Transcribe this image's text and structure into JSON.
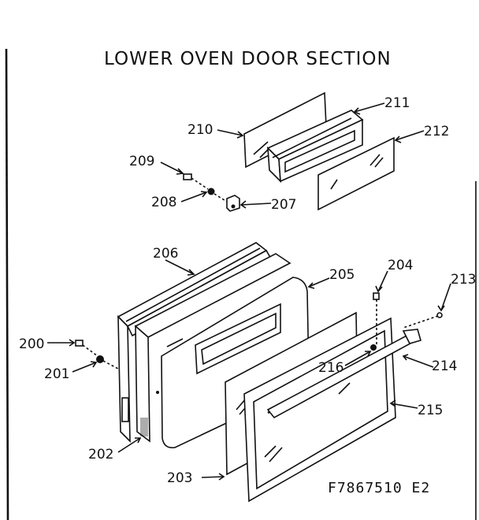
{
  "diagram": {
    "title": "LOWER OVEN DOOR SECTION",
    "drawing_code": "F7867510 E2",
    "callouts": [
      "200",
      "201",
      "202",
      "203",
      "204",
      "205",
      "206",
      "207",
      "208",
      "209",
      "210",
      "211",
      "212",
      "213",
      "214",
      "215",
      "216"
    ]
  }
}
